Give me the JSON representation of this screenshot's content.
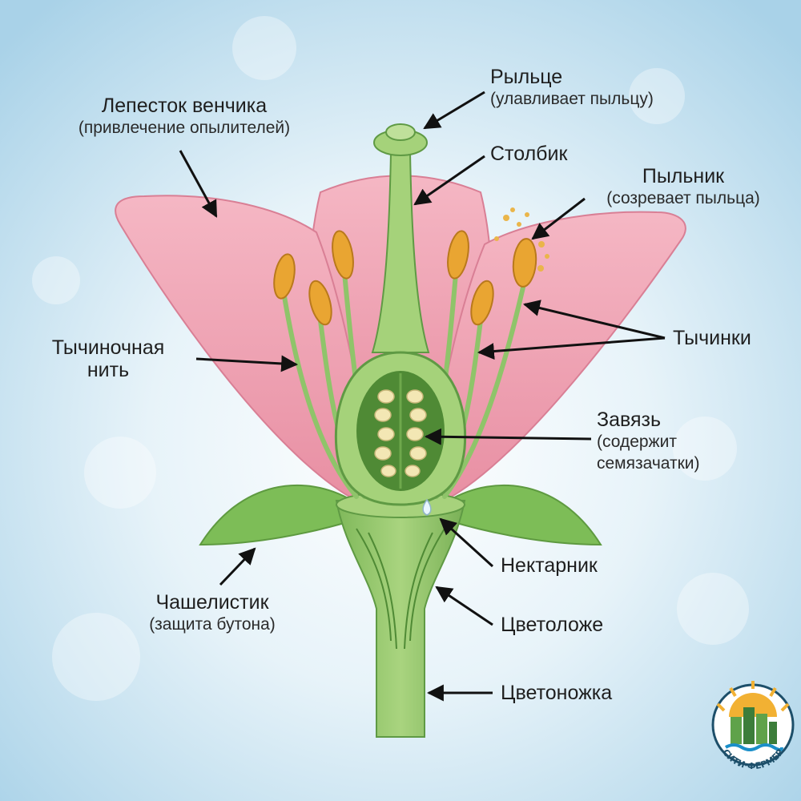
{
  "labels": {
    "petal": {
      "title": "Лепесток венчика",
      "sub": "(привлечение опылителей)"
    },
    "stigma": {
      "title": "Рыльце",
      "sub": "(улавливает пыльцу)"
    },
    "style": {
      "title": "Столбик"
    },
    "anther": {
      "title": "Пыльник",
      "sub": "(созревает пыльца)"
    },
    "stamens": {
      "title": "Тычинки"
    },
    "filament": {
      "title": "Тычиночная",
      "title2": "нить"
    },
    "ovary": {
      "title": "Завязь",
      "sub": "(содержит",
      "sub2": "семязачатки)"
    },
    "nectary": {
      "title": "Нектарник"
    },
    "receptacle": {
      "title": "Цветоложе"
    },
    "pedicel": {
      "title": "Цветоножка"
    },
    "sepal": {
      "title": "Чашелистик",
      "sub": "(защита бутона)"
    }
  },
  "logo": {
    "text": "СИТИ·ФЕРМЕР"
  },
  "colors": {
    "background": "#cfe6f2",
    "petal": "#f2a9b8",
    "petal_shadow": "#e58ea1",
    "stem": "#8fc46a",
    "stem_dark": "#5f9a44",
    "anther": "#e9a532",
    "ovule": "#f3e7b4",
    "arrow": "#111111"
  }
}
